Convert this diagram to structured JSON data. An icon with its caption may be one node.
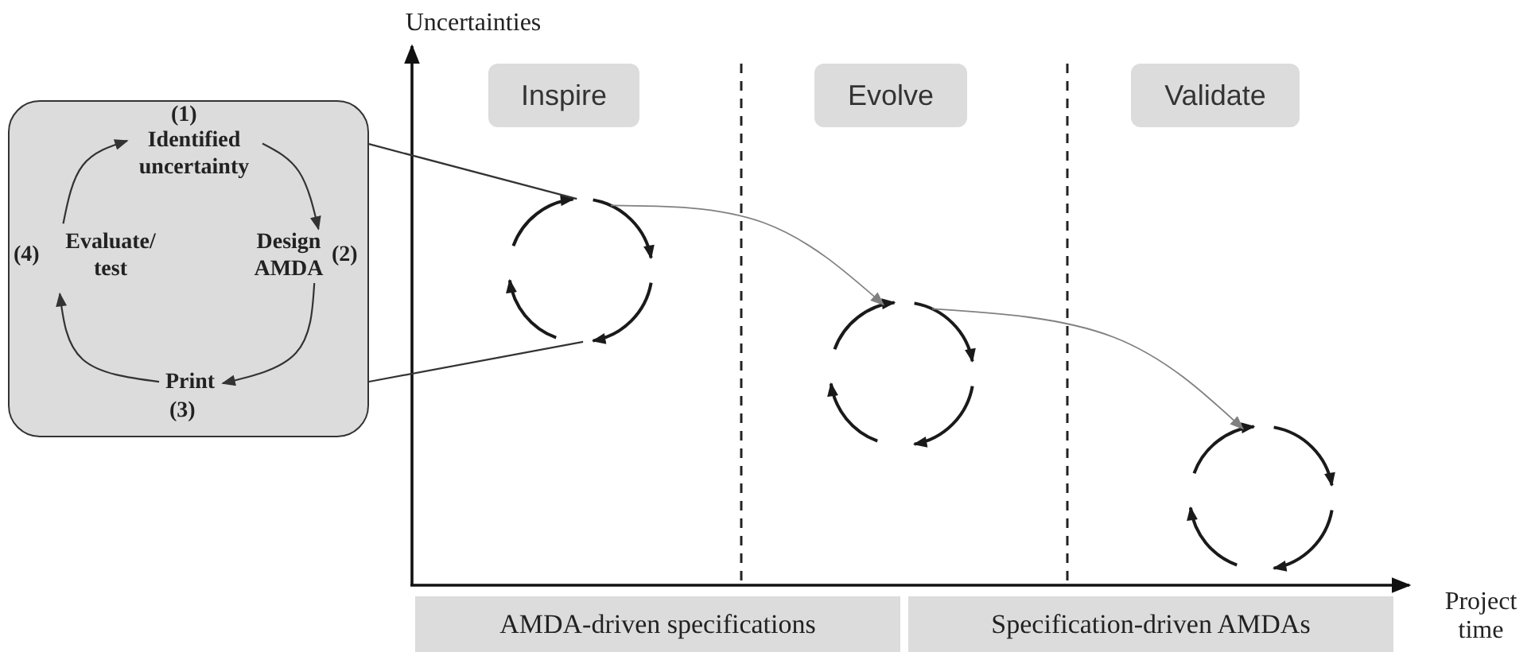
{
  "diagram": {
    "nodes": [
      {
        "text": [],
        "shape": "box"
      },
      {
        "text": [
          "Identified uncertainty"
        ],
        "beside": [
          "(1)"
        ],
        "in": 0
      },
      {
        "text": [
          "Design AMDA"
        ],
        "beside": [
          "(2)"
        ],
        "in": 0
      },
      {
        "text": [
          "Print"
        ],
        "beside": [
          "(3)"
        ],
        "in": 0
      },
      {
        "text": [
          "Evaluate/ test"
        ],
        "beside": [
          "(4)"
        ],
        "in": 0
      },
      {
        "text": [],
        "shape": "circle"
      },
      {
        "text": [],
        "shape": "circle"
      },
      {
        "text": [],
        "shape": "circle"
      },
      {
        "text": [
          "Inspire"
        ]
      },
      {
        "text": [
          "Evolve"
        ]
      },
      {
        "text": [
          "Validate"
        ]
      },
      {
        "text": [
          "AMDA-driven specifications"
        ]
      },
      {
        "text": [
          "Specification-driven AMDAs"
        ]
      }
    ],
    "edges": [
      {
        "from": 1,
        "to": 2,
        "arrow": "to"
      },
      {
        "from": 2,
        "to": 3,
        "arrow": "to"
      },
      {
        "from": 3,
        "to": 4,
        "arrow": "to"
      },
      {
        "from": 4,
        "to": 1,
        "arrow": "to"
      },
      {
        "from": 0,
        "to": 5,
        "arrow": "none"
      },
      {
        "from": 0,
        "to": 5,
        "arrow": "none"
      },
      {
        "from": 5,
        "to": 6,
        "arrow": "to",
        "color": "#808080"
      },
      {
        "from": 6,
        "to": 7,
        "arrow": "to",
        "color": "#808080"
      }
    ],
    "labels": [
      "Uncertainties",
      "Project time"
    ]
  }
}
